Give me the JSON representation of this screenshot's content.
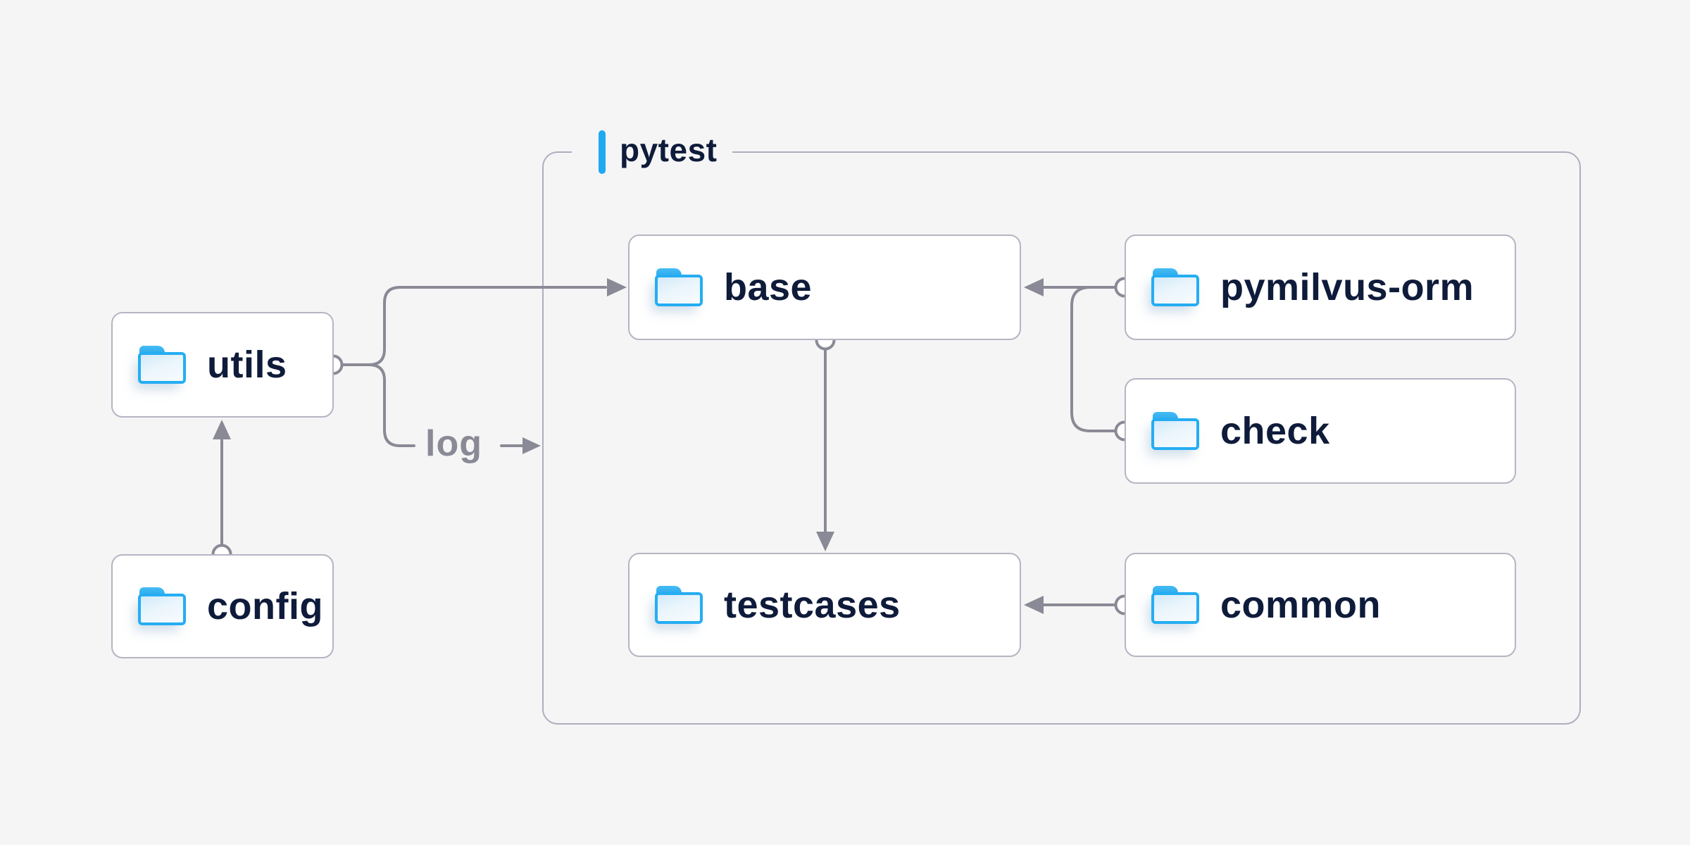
{
  "diagram": {
    "container": {
      "label": "pytest",
      "accent_color": "#1fa9f1"
    },
    "nodes": {
      "utils": {
        "label": "utils",
        "icon": "folder-icon",
        "inside_container": false
      },
      "config": {
        "label": "config",
        "icon": "folder-icon",
        "inside_container": false
      },
      "base": {
        "label": "base",
        "icon": "folder-icon",
        "inside_container": true
      },
      "pymilvus_orm": {
        "label": "pymilvus-orm",
        "icon": "folder-icon",
        "inside_container": true
      },
      "check": {
        "label": "check",
        "icon": "folder-icon",
        "inside_container": true
      },
      "testcases": {
        "label": "testcases",
        "icon": "folder-icon",
        "inside_container": true
      },
      "common": {
        "label": "common",
        "icon": "folder-icon",
        "inside_container": true
      }
    },
    "edges": [
      {
        "from": "config",
        "to": "utils"
      },
      {
        "from": "utils",
        "to": "base"
      },
      {
        "from": "utils",
        "to": "pytest-container",
        "label": "log"
      },
      {
        "from": "pymilvus-orm",
        "to": "base"
      },
      {
        "from": "check",
        "to": "base"
      },
      {
        "from": "base",
        "to": "testcases"
      },
      {
        "from": "common",
        "to": "testcases"
      }
    ],
    "edge_label": "log",
    "colors": {
      "background": "#f5f5f6",
      "node_fill": "#ffffff",
      "node_border": "#b5b5c3",
      "container_border": "#aeaebd",
      "connector": "#8a8a96",
      "text": "#0f1b3a",
      "folder_blue": "#25adf2",
      "accent_blue": "#1fa9f1"
    }
  }
}
